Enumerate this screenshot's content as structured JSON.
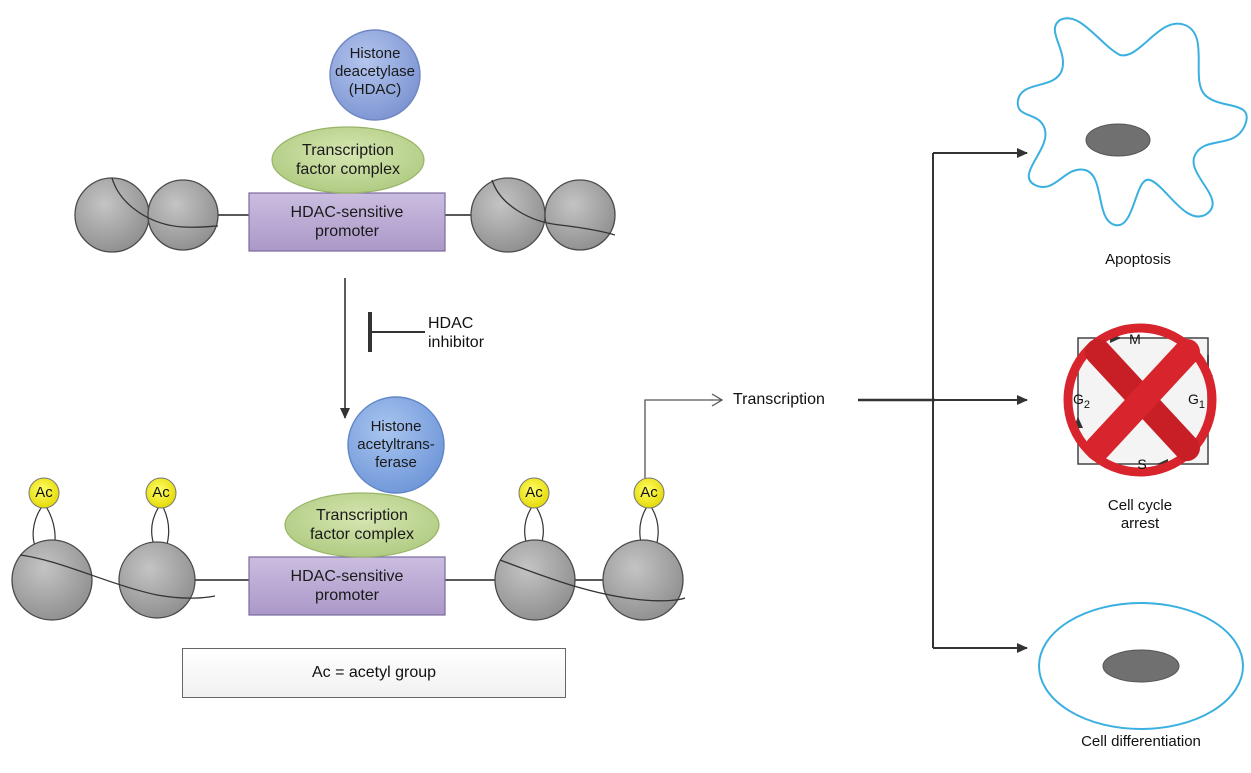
{
  "top": {
    "hdac_enzyme": "Histone deacetylase (HDAC)",
    "tf_complex": "Transcription factor complex",
    "promoter": "HDAC-sensitive promoter"
  },
  "inhibitor": "HDAC inhibitor",
  "bottom": {
    "hat_enzyme": "Histone acetyltrans- ferase",
    "tf_complex": "Transcription factor complex",
    "promoter": "HDAC-sensitive promoter",
    "acetyl_tags": [
      "Ac",
      "Ac",
      "Ac",
      "Ac"
    ]
  },
  "legend": "Ac = acetyl group",
  "transcription": "Transcription",
  "outcomes": {
    "apoptosis": "Apoptosis",
    "arrest": "Cell cycle arrest",
    "differentiation": "Cell differentiation"
  },
  "cell_cycle": {
    "m": "M",
    "g1": "G",
    "g1_sub": "1",
    "s": "S",
    "g2": "G",
    "g2_sub": "2"
  },
  "colors": {
    "nucleosome": "#a9a9a9",
    "enzyme": "#8fa3d6",
    "tf": "#b9d08c",
    "promoter": "#b7a5cf",
    "acetyl": "#f0ea2a",
    "cell_outline": "#3ab0e0",
    "stop_red": "#d8242c"
  }
}
